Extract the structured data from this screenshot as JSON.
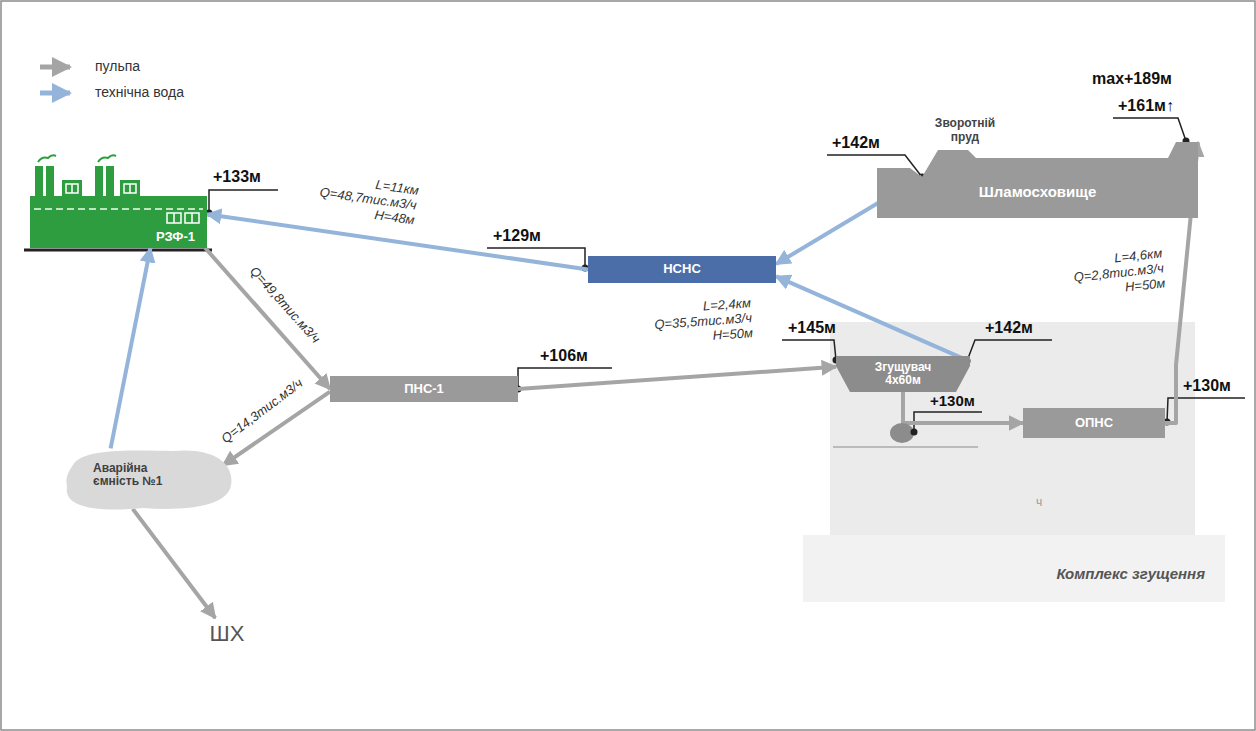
{
  "diagram": {
    "nodes": [
      {
        "text": [
          "РЗФ-1"
        ]
      },
      {
        "text": [
          "Шламосховище"
        ]
      },
      {
        "text": [
          "НСНС"
        ]
      },
      {
        "text": [
          "ПНС-1"
        ]
      },
      {
        "text": [
          "Комплекс згущення"
        ]
      },
      {
        "text": [
          "Згущувач 4х60м"
        ],
        "in": 4
      },
      {
        "text": [
          "ОПНС"
        ],
        "in": 4
      },
      {
        "text": [
          "Аварійна ємність №1"
        ]
      },
      {
        "text": [
          "ШХ"
        ]
      }
    ],
    "edges": [
      {
        "from": 2,
        "to": 0,
        "arrow": "to",
        "label": "L=11км Q=48,7тис.м3/ч H=48м"
      },
      {
        "from": 1,
        "to": 2,
        "arrow": "to"
      },
      {
        "from": 5,
        "to": 2,
        "arrow": "to"
      },
      {
        "from": 0,
        "to": 3,
        "arrow": "to",
        "label": "Q=49,8тис.м3/ч"
      },
      {
        "from": 3,
        "to": 7,
        "arrow": "to",
        "label": "Q=14,3тис.м3/ч"
      },
      {
        "from": 7,
        "to": 0,
        "arrow": "to"
      },
      {
        "from": 7,
        "to": 8,
        "arrow": "to"
      },
      {
        "from": 3,
        "to": 5,
        "arrow": "to",
        "label": "L=2,4км Q=35,5тис.м3/ч H=50м"
      },
      {
        "from": 5,
        "to": 6,
        "arrow": "to"
      },
      {
        "from": 6,
        "to": 1,
        "arrow": "to",
        "label": "L=4,6км Q=2,8тис.м3/ч H=50м"
      }
    ],
    "labels": [
      "+133м",
      "+129м",
      "+142м",
      "Зворотній пруд",
      "max+189м",
      "+161м↑",
      "+145м",
      "+142м",
      "+106м",
      "+130м",
      "+130м",
      "ч"
    ],
    "legend": [
      {
        "text": "пульпа"
      },
      {
        "text": "технічна вода"
      }
    ]
  }
}
